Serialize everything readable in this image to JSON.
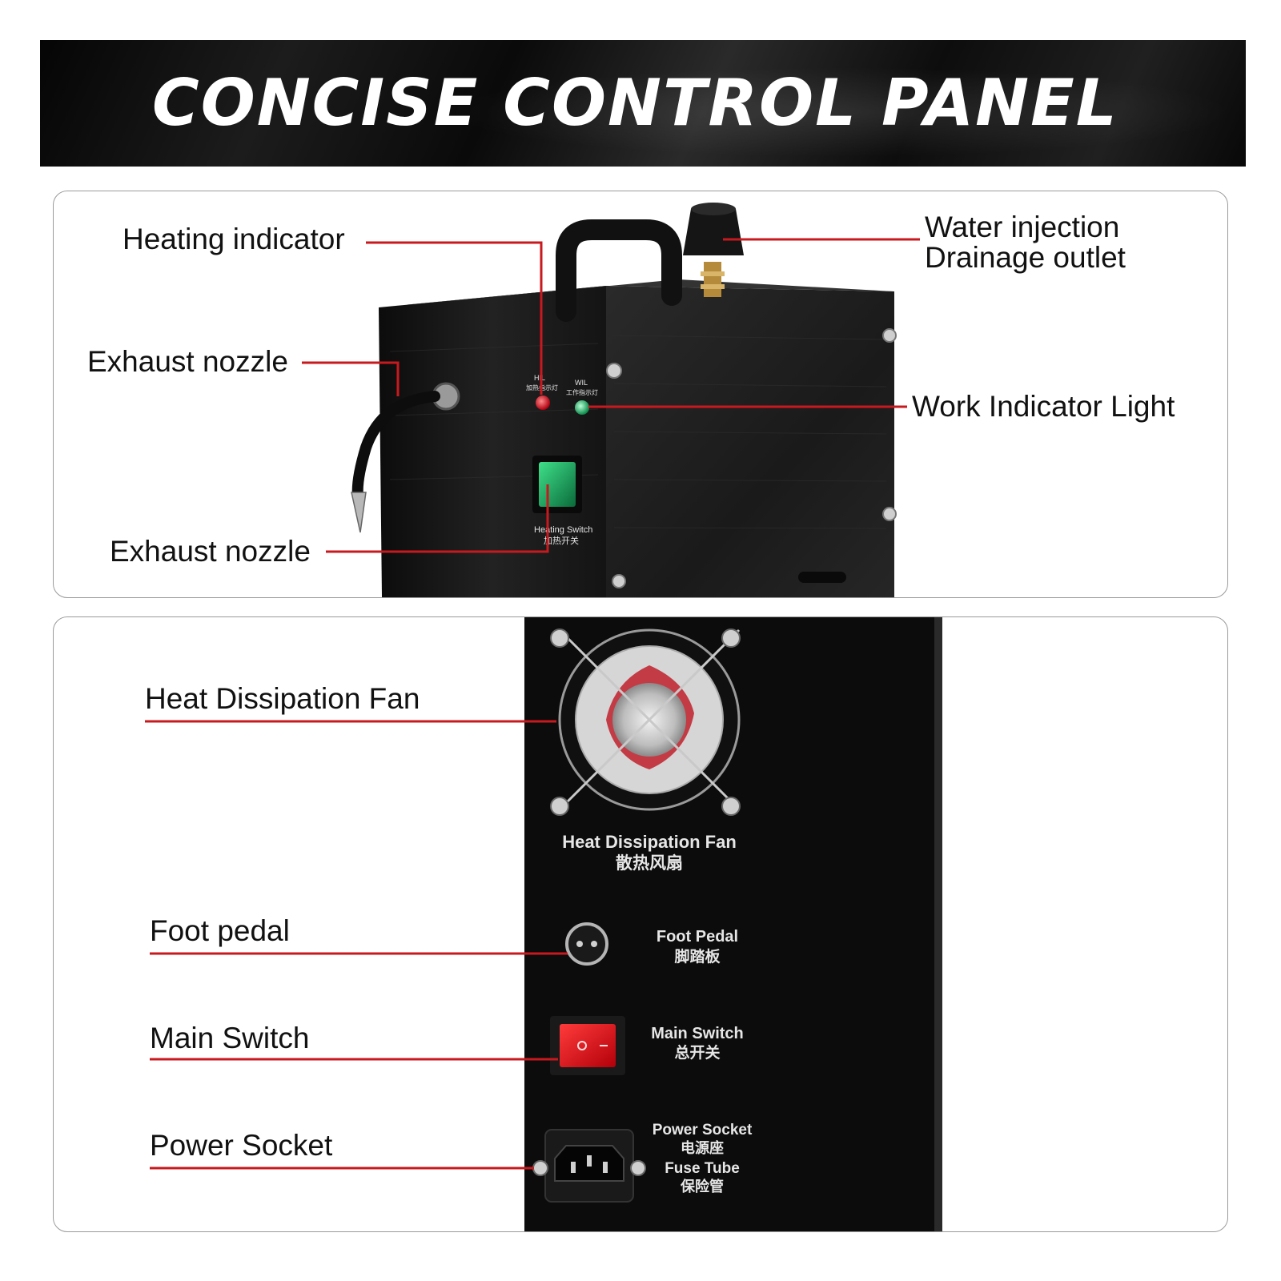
{
  "banner": {
    "title": "CONCISE CONTROL PANEL"
  },
  "colors": {
    "leader_line": "#c8191e",
    "machine_body": "#161616",
    "background": "#ffffff",
    "panel_border": "#9a9a9a"
  },
  "top_panel": {
    "callouts": {
      "heating_indicator": "Heating indicator",
      "exhaust_nozzle_upper": "Exhaust nozzle",
      "exhaust_nozzle_lower": "Exhaust nozzle",
      "water_injection": "Water injection",
      "drainage_outlet": "Drainage outlet",
      "work_indicator_light": "Work Indicator Light"
    },
    "machine_labels": {
      "hil_code": "HIL",
      "hil_cn": "加热指示灯",
      "wil_code": "WIL",
      "wil_cn": "工作指示灯",
      "heating_switch_en": "Heating Switch",
      "heating_switch_cn": "加热开关"
    }
  },
  "bottom_panel": {
    "callouts": {
      "heat_dissipation_fan": "Heat Dissipation Fan",
      "foot_pedal": "Foot pedal",
      "main_switch": "Main Switch",
      "power_socket": "Power Socket"
    },
    "machine_labels": {
      "fan_en": "Heat Dissipation Fan",
      "fan_cn": "散热风扇",
      "foot_pedal_en": "Foot Pedal",
      "foot_pedal_cn": "脚踏板",
      "main_switch_en": "Main Switch",
      "main_switch_cn": "总开关",
      "power_socket_en": "Power Socket",
      "power_socket_cn": "电源座",
      "fuse_tube_en": "Fuse Tube",
      "fuse_tube_cn": "保险管"
    }
  }
}
